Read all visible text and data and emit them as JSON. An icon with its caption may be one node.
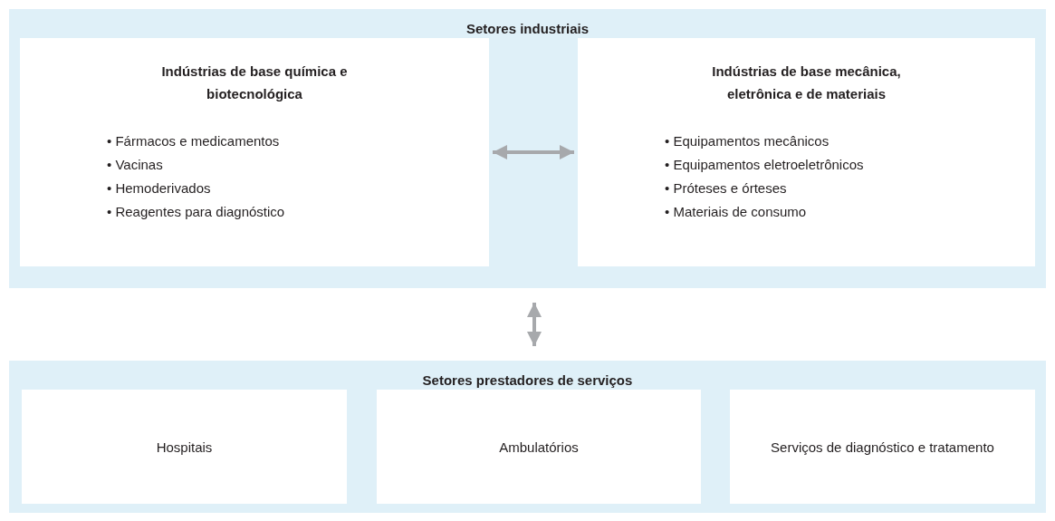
{
  "diagram": {
    "nodes": [
      {
        "text": [
          "Setores industriais"
        ]
      },
      {
        "text": [
          "Indústrias de base química e biotecnológica",
          "• Fármacos e medicamentos",
          "• Vacinas",
          "• Hemoderivados",
          "• Reagentes para diagnóstico"
        ],
        "in": 0
      },
      {
        "text": [
          "Indústrias de base mecânica, eletrônica e de materiais",
          "• Equipamentos mecânicos",
          "• Equipamentos eletroeletrônicos",
          "• Próteses e órteses",
          "• Materiais de consumo"
        ],
        "in": 0
      },
      {
        "text": [
          "Setores prestadores de serviços"
        ]
      },
      {
        "text": [
          "Hospitais"
        ],
        "in": 3
      },
      {
        "text": [
          "Ambulatórios"
        ],
        "in": 3
      },
      {
        "text": [
          "Serviços de diagnóstico e tratamento"
        ],
        "in": 3
      }
    ],
    "edges": [
      {
        "from": 1,
        "to": 2,
        "arrow": "both"
      },
      {
        "from": 0,
        "to": 3,
        "arrow": "both"
      }
    ]
  }
}
